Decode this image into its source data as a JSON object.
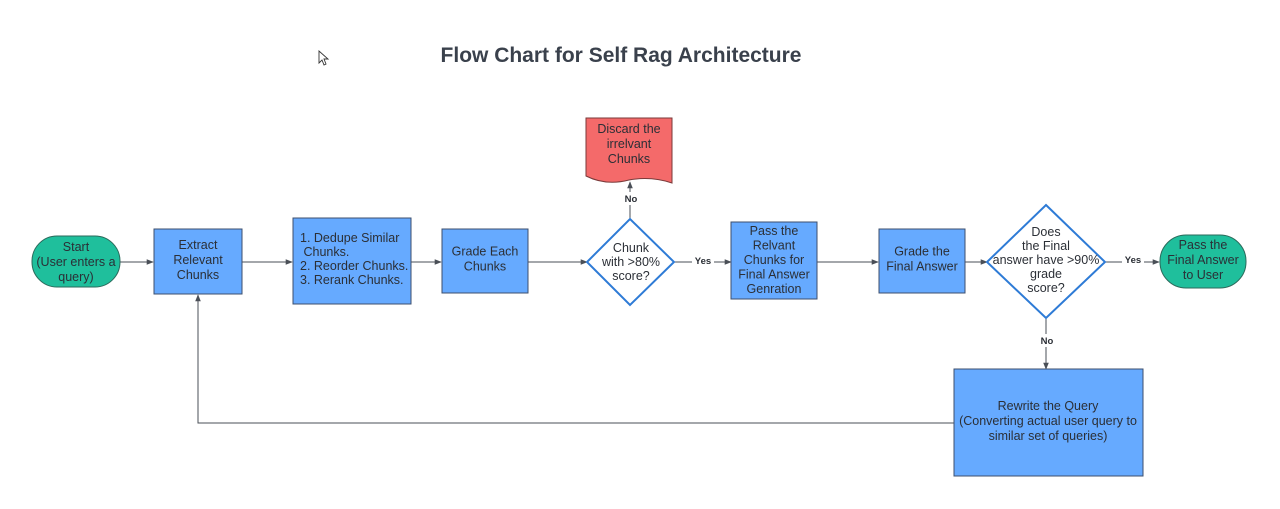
{
  "title": "Flow Chart for Self Rag Architecture",
  "colors": {
    "process_fill": "#66aaff",
    "process_stroke": "#3d4f6e",
    "terminal_fill": "#1fbf9c",
    "terminal_stroke": "#2b6a5b",
    "decision_fill": "#ffffff",
    "decision_stroke": "#2e7bd6",
    "discard_fill": "#f46a6a",
    "connector": "#4a4f57"
  },
  "icons": {
    "cursor": "mouse-pointer-icon"
  },
  "nodes": {
    "start": {
      "lines": [
        "Start",
        "(User enters a",
        "query)"
      ]
    },
    "extract": {
      "lines": [
        "Extract",
        "Relevant",
        "Chunks"
      ]
    },
    "dedupe": {
      "lines": [
        "1. Dedupe Similar",
        "    Chunks.",
        "2. Reorder Chunks.",
        "3. Rerank Chunks."
      ]
    },
    "grade_chunks": {
      "lines": [
        "Grade Each",
        "Chunks"
      ]
    },
    "chunk_decision": {
      "lines": [
        "Chunk",
        "with >80%",
        "score?"
      ]
    },
    "discard": {
      "lines": [
        "Discard the",
        "irrelvant",
        "Chunks"
      ]
    },
    "pass_chunks": {
      "lines": [
        "Pass the",
        "Relvant",
        "Chunks for",
        "Final Answer",
        "Genration"
      ]
    },
    "grade_answer": {
      "lines": [
        "Grade the",
        "Final Answer"
      ]
    },
    "answer_decision": {
      "lines": [
        "Does",
        "the Final",
        "answer have >90%",
        "grade",
        "score?"
      ]
    },
    "pass_answer": {
      "lines": [
        "Pass the",
        "Final Answer",
        "to User"
      ]
    },
    "rewrite": {
      "lines": [
        "Rewrite the Query",
        "(Converting actual user query to",
        "similar set of queries)"
      ]
    }
  },
  "edge_labels": {
    "chunk_no": "No",
    "chunk_yes": "Yes",
    "answer_yes": "Yes",
    "answer_no": "No"
  }
}
